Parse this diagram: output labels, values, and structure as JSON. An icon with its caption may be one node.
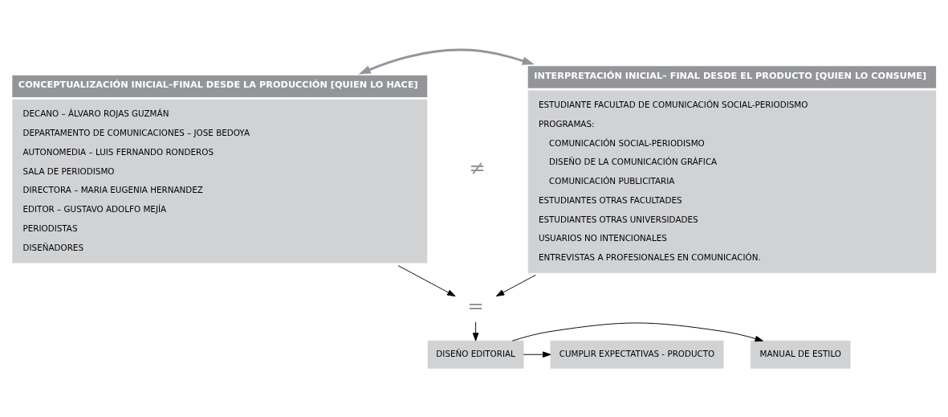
{
  "diagram": {
    "nodes": [
      {
        "text": [
          "CONCEPTUALIZACIÓN INICIAL–FINAL DESDE LA PRODUCCIÓN [QUIEN LO HACE]",
          "DECANO – ÁLVARO ROJAS GUZMÁN",
          "DEPARTAMENTO DE COMUNICACIONES – JOSE BEDOYA",
          "AUTONOMEDIA – LUIS FERNANDO RONDEROS",
          "SALA DE PERIODISMO",
          "DIRECTORA – MARIA EUGENIA HERNANDEZ",
          "EDITOR – GUSTAVO ADOLFO MEJÍA",
          "PERIODISTAS",
          "DISEÑADORES"
        ]
      },
      {
        "text": [
          "INTERPRETACIÓN INICIAL– FINAL DESDE EL PRODUCTO [QUIEN LO CONSUME]",
          "ESTUDIANTE FACULTAD DE COMUNICACIÓN SOCIAL-PERIODISMO",
          "PROGRAMAS:",
          "COMUNICACIÓN SOCIAL-PERIODISMO",
          "DISEÑO DE LA COMUNICACIÓN GRÁFICA",
          "COMUNICACIÓN PUBLICITARIA",
          "ESTUDIANTES OTRAS FACULTADES",
          "ESTUDIANTES OTRAS UNIVERSIDADES",
          "USUARIOS NO INTENCIONALES",
          "ENTREVISTAS A PROFESIONALES EN COMUNICACIÓN."
        ]
      },
      {
        "text": [
          "="
        ]
      },
      {
        "text": [
          "DISEÑO EDITORIAL"
        ]
      },
      {
        "text": [
          "MANUAL DE ESTILO"
        ]
      },
      {
        "text": [
          "CUMPLIR EXPECTATIVAS - PRODUCTO"
        ]
      }
    ],
    "edges": [
      {
        "from": 0,
        "to": 1,
        "arrow": "both",
        "style": "thick",
        "color": "#939598"
      },
      {
        "from": 0,
        "to": 2,
        "arrow": "to"
      },
      {
        "from": 1,
        "to": 2,
        "arrow": "to"
      },
      {
        "from": 2,
        "to": 3,
        "arrow": "to"
      },
      {
        "from": 3,
        "to": 4,
        "arrow": "to"
      },
      {
        "from": 3,
        "to": 5,
        "arrow": "to"
      }
    ],
    "labels": [
      "≠"
    ]
  }
}
